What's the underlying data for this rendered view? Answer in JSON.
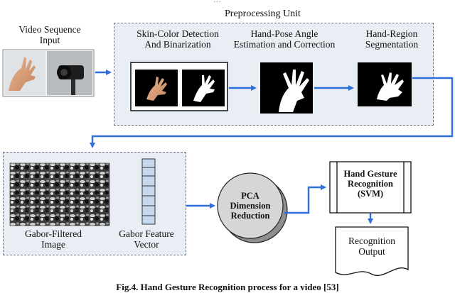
{
  "header_fragment": "…",
  "preprocessing_unit": {
    "title": "Preprocessing Unit",
    "skin_detection_line1": "Skin-Color Detection",
    "skin_detection_line2": "And Binarization",
    "angle_line1": "Hand-Pose Angle",
    "angle_line2": "Estimation and Correction",
    "segmentation_line1": "Hand-Region",
    "segmentation_line2": "Segmentation"
  },
  "video_input": {
    "line1": "Video Sequence",
    "line2": "Input"
  },
  "gabor": {
    "image_line1": "Gabor-Filtered",
    "image_line2": "Image",
    "vector_line1": "Gabor Feature",
    "vector_line2": "Vector"
  },
  "pca": {
    "line1": "PCA",
    "line2": "Dimension",
    "line3": "Reduction"
  },
  "svm": {
    "line1": "Hand Gesture",
    "line2": "Recognition",
    "line3": "(SVM)"
  },
  "output": {
    "line1": "Recognition",
    "line2": "Output"
  },
  "caption": "Fig.4. Hand Gesture Recognition process for a video [53]",
  "colors": {
    "arrow": "#2f6fdc",
    "panel_fill": "#e9eef4",
    "vector_cell": "#c6d8ee",
    "pca_fill": "#d6d6d6"
  }
}
